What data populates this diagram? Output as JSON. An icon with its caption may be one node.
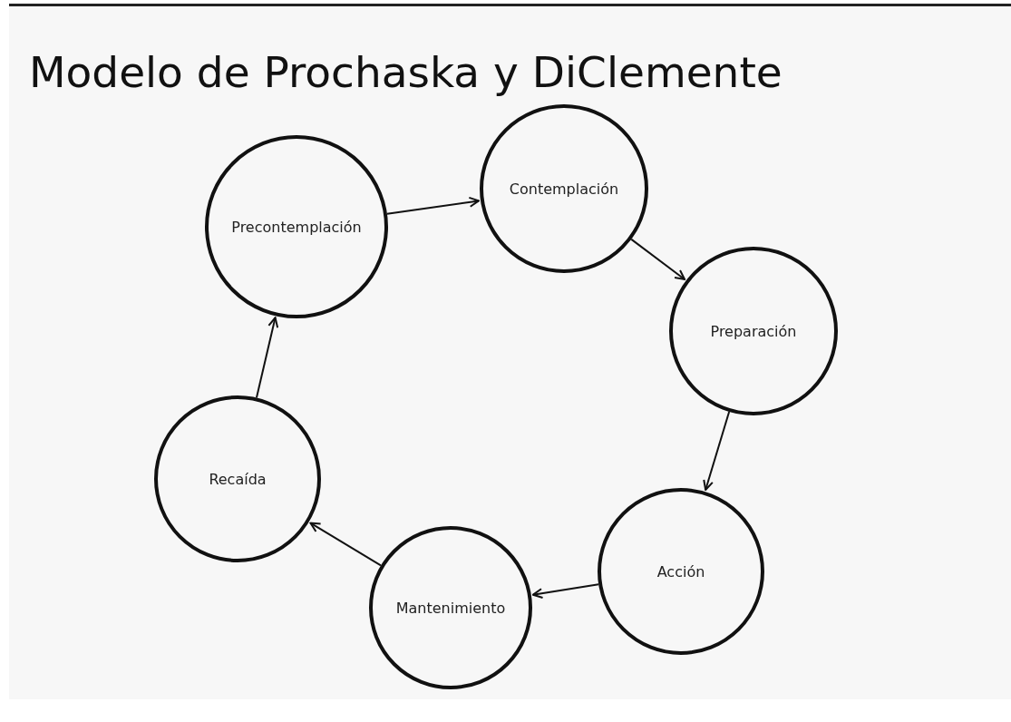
{
  "diagram": {
    "title": "Modelo de Prochaska y DiClemente",
    "nodes": [
      {
        "text": [
          "Precontemplación"
        ]
      },
      {
        "text": [
          "Contemplación"
        ]
      },
      {
        "text": [
          "Preparación"
        ]
      },
      {
        "text": [
          "Acción"
        ]
      },
      {
        "text": [
          "Mantenimiento"
        ]
      },
      {
        "text": [
          "Recaída"
        ]
      }
    ],
    "edges": [
      {
        "from": 0,
        "to": 1,
        "arrow": "to"
      },
      {
        "from": 1,
        "to": 2,
        "arrow": "to"
      },
      {
        "from": 2,
        "to": 3,
        "arrow": "to"
      },
      {
        "from": 3,
        "to": 4,
        "arrow": "to"
      },
      {
        "from": 4,
        "to": 5,
        "arrow": "to"
      },
      {
        "from": 5,
        "to": 0,
        "arrow": "to"
      }
    ]
  }
}
